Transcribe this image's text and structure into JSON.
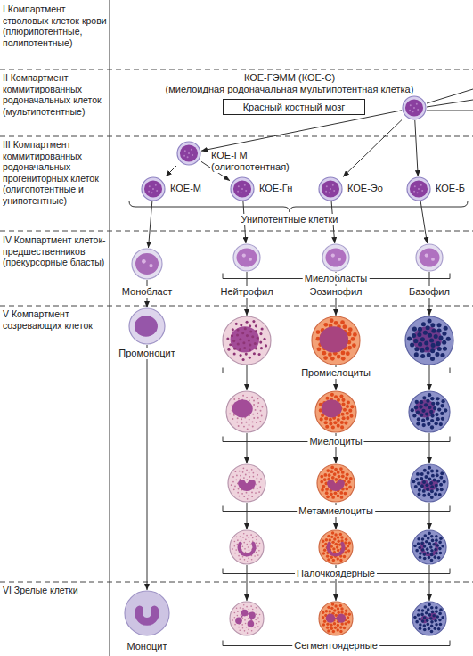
{
  "diagram": {
    "nodes": [
      {
        "text": [
          "КОЕ-ГЭММ (КОЕ-С)",
          "(миелоидная родоначальная мультипотентная клетка)"
        ]
      },
      {
        "text": [
          "Красный костный мозг"
        ]
      },
      {
        "text": [
          "КОЕ-ГМ",
          "(олигопотентная)"
        ]
      },
      {
        "text": [
          "КОЕ-М"
        ]
      },
      {
        "text": [
          "КОЕ-Гн"
        ]
      },
      {
        "text": [
          "КОЕ-Эо"
        ]
      },
      {
        "text": [
          "КОЕ-Б"
        ]
      },
      {
        "text": [
          "Монобласт"
        ]
      },
      {
        "text": [
          "Нейтрофил"
        ]
      },
      {
        "text": [
          "Эозинофил"
        ]
      },
      {
        "text": [
          "Базофил"
        ]
      },
      {
        "text": [
          "Промоноцит"
        ]
      },
      {
        "text": []
      },
      {
        "text": []
      },
      {
        "text": []
      },
      {
        "text": []
      },
      {
        "text": []
      },
      {
        "text": []
      },
      {
        "text": []
      },
      {
        "text": []
      },
      {
        "text": []
      },
      {
        "text": []
      },
      {
        "text": []
      },
      {
        "text": []
      },
      {
        "text": [
          "Моноцит"
        ]
      },
      {
        "text": []
      },
      {
        "text": []
      },
      {
        "text": []
      }
    ],
    "edges": [
      {
        "from": 0,
        "to": 2,
        "arrow": "to"
      },
      {
        "from": 0,
        "to": 5,
        "arrow": "to"
      },
      {
        "from": 0,
        "to": 6,
        "arrow": "to"
      },
      {
        "from": 2,
        "to": 3,
        "arrow": "to"
      },
      {
        "from": 2,
        "to": 4,
        "arrow": "to"
      },
      {
        "from": 3,
        "to": 7,
        "arrow": "to"
      },
      {
        "from": 4,
        "to": 8,
        "arrow": "to"
      },
      {
        "from": 5,
        "to": 9,
        "arrow": "to"
      },
      {
        "from": 6,
        "to": 10,
        "arrow": "to"
      },
      {
        "from": 7,
        "to": 11,
        "arrow": "to"
      },
      {
        "from": 8,
        "to": 12,
        "arrow": "to"
      },
      {
        "from": 9,
        "to": 13,
        "arrow": "to"
      },
      {
        "from": 10,
        "to": 14,
        "arrow": "to"
      },
      {
        "from": 11,
        "to": 24,
        "arrow": "to"
      },
      {
        "from": 12,
        "to": 15,
        "arrow": "to"
      },
      {
        "from": 13,
        "to": 16,
        "arrow": "to"
      },
      {
        "from": 14,
        "to": 17,
        "arrow": "to"
      },
      {
        "from": 15,
        "to": 18,
        "arrow": "to"
      },
      {
        "from": 16,
        "to": 19,
        "arrow": "to"
      },
      {
        "from": 17,
        "to": 20,
        "arrow": "to"
      },
      {
        "from": 18,
        "to": 21,
        "arrow": "to"
      },
      {
        "from": 19,
        "to": 22,
        "arrow": "to"
      },
      {
        "from": 20,
        "to": 23,
        "arrow": "to"
      },
      {
        "from": 21,
        "to": 25,
        "arrow": "to"
      },
      {
        "from": 22,
        "to": 26,
        "arrow": "to"
      },
      {
        "from": 23,
        "to": 27,
        "arrow": "to"
      }
    ],
    "labels": [
      "I Компартмент стволовых клеток крови (плюрипотентные, полипотентные)",
      "II Компартмент коммитированных родоначальных клеток (мультипотентные)",
      "III Компартмент коммитированных родоначальных прогениторных клеток (олигопотентные и унипотентные)",
      "IV Компартмент клеток-предшественников (прекурсорные бласты)",
      "V Компартмент созревающих клеток",
      "VI Зрелые клетки",
      "Унипотентные клетки",
      "Миелобласты",
      "Промиелоциты",
      "Миелоциты",
      "Метамиелоциты",
      "Палочкоядерные",
      "Сегментоядерные"
    ]
  }
}
